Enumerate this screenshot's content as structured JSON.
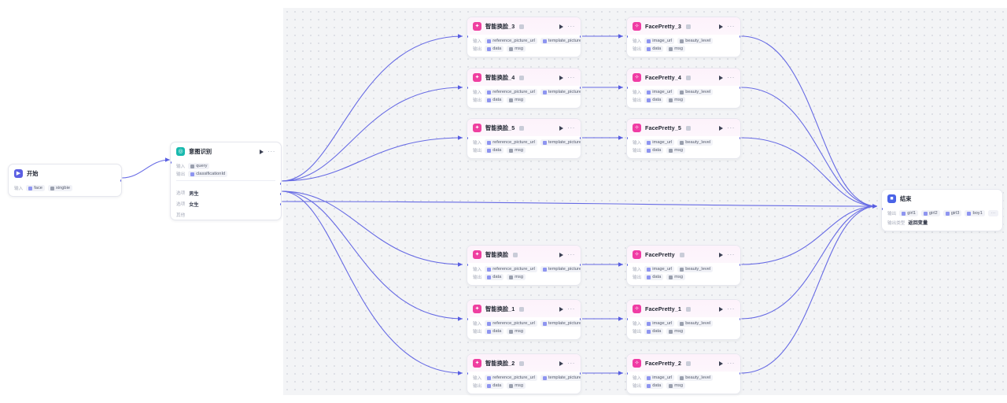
{
  "canvas": {
    "background_color": "#ffffff",
    "region_color": "#f3f4f6",
    "edge_color": "#5b5fe3",
    "grid": "dotted"
  },
  "labels": {
    "input": "输入",
    "output": "输出",
    "option": "选项",
    "other": "其他",
    "output_type": "输出类型"
  },
  "nodes": {
    "start": {
      "title": "开始",
      "icon": "start-icon",
      "icon_color": "#5b5fe3",
      "input_label": "输入",
      "chips": [
        "face",
        "xingbie"
      ]
    },
    "intent": {
      "title": "意图识别",
      "icon": "intent-recognition-icon",
      "icon_color": "#18b9ae",
      "input_label": "输入",
      "input_chip": "query",
      "output_label": "输出",
      "output_chip": "classificationId",
      "branches": [
        {
          "key": "选项",
          "value": "男生"
        },
        {
          "key": "选项",
          "value": "女生"
        },
        {
          "key": "其他",
          "value": ""
        }
      ]
    },
    "swap_nodes": [
      {
        "id": "swap3",
        "title": "智能换脸_3"
      },
      {
        "id": "swap4",
        "title": "智能换脸_4"
      },
      {
        "id": "swap5",
        "title": "智能换脸_5"
      },
      {
        "id": "swap0",
        "title": "智能换脸"
      },
      {
        "id": "swap1",
        "title": "智能换脸_1"
      },
      {
        "id": "swap2",
        "title": "智能换脸_2"
      }
    ],
    "swap_common": {
      "icon": "face-swap-icon",
      "icon_color": "#ef3fa0",
      "input_label": "输入",
      "inputs": [
        "reference_picture_url",
        "template_picture_url"
      ],
      "output_label": "输出",
      "outputs": [
        "data",
        "msg"
      ]
    },
    "pretty_nodes": [
      {
        "id": "pretty3",
        "title": "FacePretty_3"
      },
      {
        "id": "pretty4",
        "title": "FacePretty_4"
      },
      {
        "id": "pretty5",
        "title": "FacePretty_5"
      },
      {
        "id": "pretty0",
        "title": "FacePretty"
      },
      {
        "id": "pretty1",
        "title": "FacePretty_1"
      },
      {
        "id": "pretty2",
        "title": "FacePretty_2"
      }
    ],
    "pretty_common": {
      "icon": "face-pretty-icon",
      "icon_color": "#f03ca4",
      "input_label": "输入",
      "inputs": [
        "image_url",
        "beauty_level"
      ],
      "output_label": "输出",
      "outputs": [
        "data",
        "msg"
      ]
    },
    "end": {
      "title": "结束",
      "icon": "end-icon",
      "icon_color": "#4a63e7",
      "output_label": "输出",
      "chips": [
        "girl1",
        "girl2",
        "girl3",
        "boy1"
      ],
      "more": "···",
      "output_type_label": "输出类型",
      "output_type_value": "返回变量"
    }
  }
}
